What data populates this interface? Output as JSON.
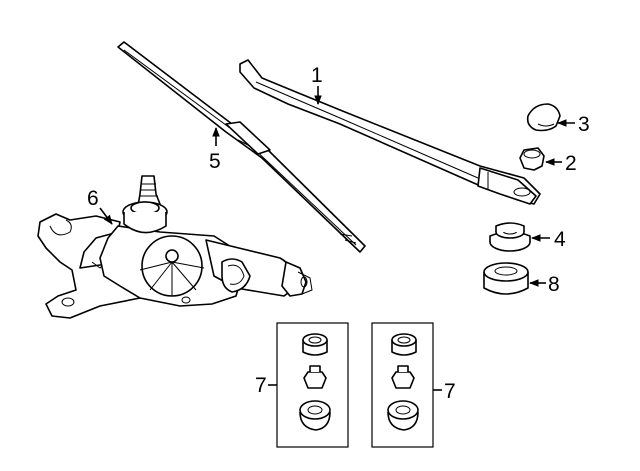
{
  "diagram": {
    "callouts": {
      "wiper_arm": "1",
      "arm_nut": "2",
      "nut_cap": "3",
      "pivot_bushing": "4",
      "wiper_blade": "5",
      "wiper_motor": "6",
      "grommet_kit_left": "7",
      "grommet_kit_right": "7",
      "spacer": "8"
    }
  }
}
